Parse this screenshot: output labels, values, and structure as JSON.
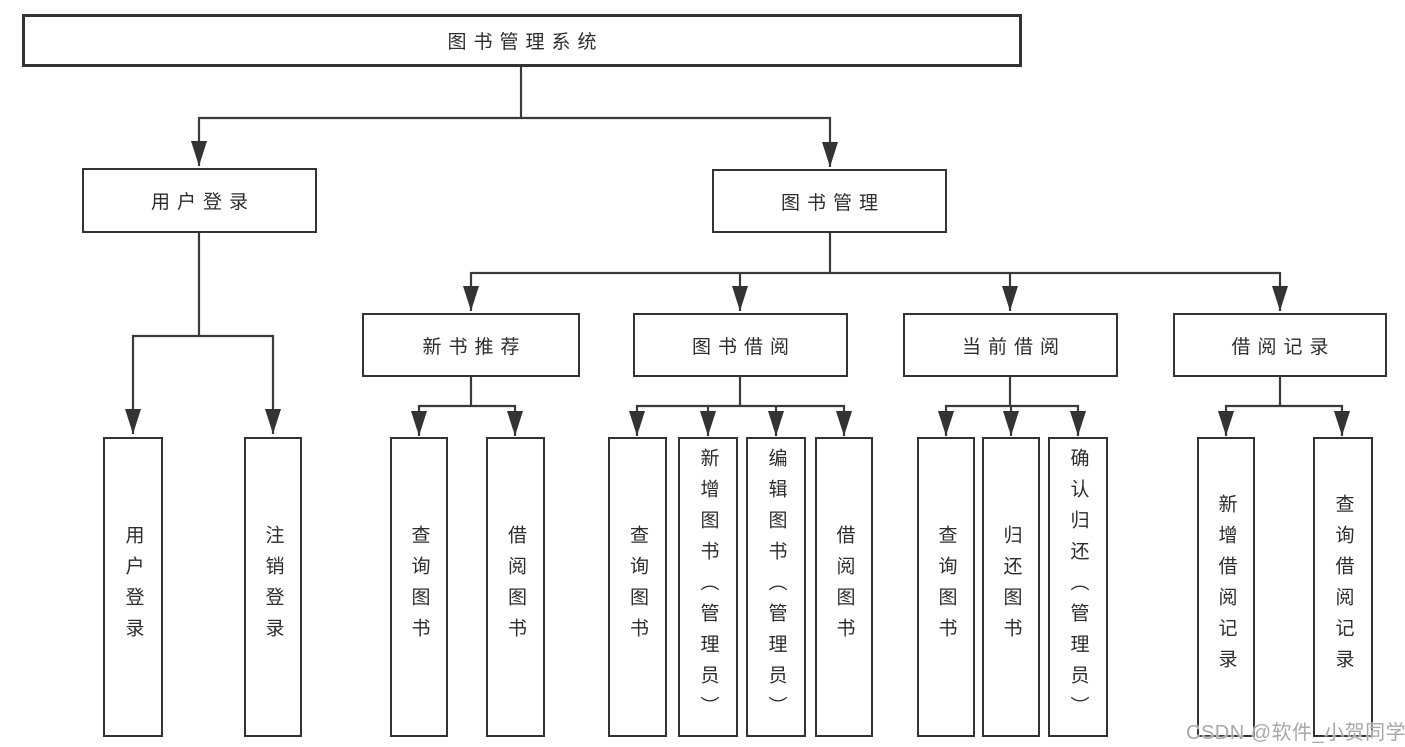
{
  "diagram": {
    "type": "hierarchy-tree",
    "root": {
      "label": "图书管理系统",
      "children": [
        {
          "label": "用户登录",
          "children": [
            {
              "label": "用户登录"
            },
            {
              "label": "注销登录"
            }
          ]
        },
        {
          "label": "图书管理",
          "children": [
            {
              "label": "新书推荐",
              "children": [
                {
                  "label": "查询图书"
                },
                {
                  "label": "借阅图书"
                }
              ]
            },
            {
              "label": "图书借阅",
              "children": [
                {
                  "label": "查询图书"
                },
                {
                  "label": "新增图书（管理员）"
                },
                {
                  "label": "编辑图书（管理员）"
                },
                {
                  "label": "借阅图书"
                }
              ]
            },
            {
              "label": "当前借阅",
              "children": [
                {
                  "label": "查询图书"
                },
                {
                  "label": "归还图书"
                },
                {
                  "label": "确认归还（管理员）"
                }
              ]
            },
            {
              "label": "借阅记录",
              "children": [
                {
                  "label": "新增借阅记录"
                },
                {
                  "label": "查询借阅记录"
                }
              ]
            }
          ]
        }
      ]
    }
  },
  "watermark": "CSDN @软件_小贺同学",
  "colors": {
    "background": "#ffffff",
    "line": "#3a3a3a",
    "box_border": "#333333",
    "text": "#2d2d2d",
    "watermark": "#a8a8ac"
  }
}
